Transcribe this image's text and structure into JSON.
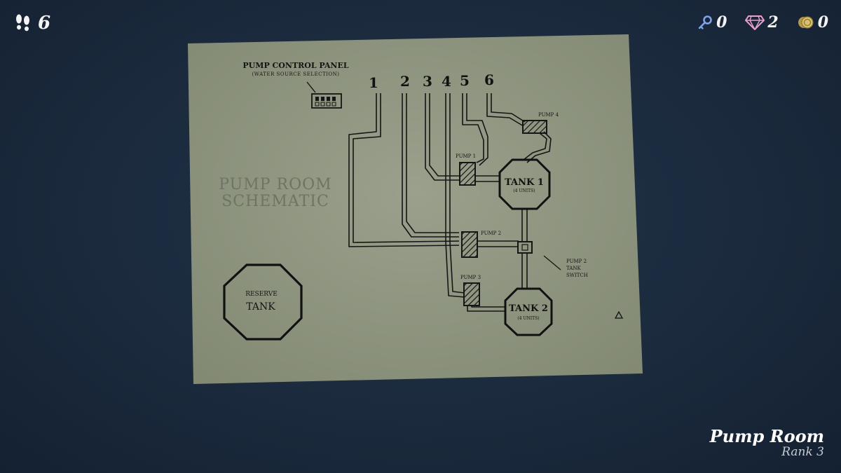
{
  "hud": {
    "steps": {
      "icon": "footsteps-icon",
      "count": "6"
    },
    "inventory": [
      {
        "name": "keys",
        "icon": "key-icon",
        "count": "0",
        "color": "#7ea3e6"
      },
      {
        "name": "gems",
        "icon": "gem-icon",
        "count": "2",
        "color": "#e9a0cf"
      },
      {
        "name": "coins",
        "icon": "coin-icon",
        "count": "0",
        "color": "#d9c070"
      }
    ]
  },
  "room": {
    "name": "Pump Room",
    "rank": "Rank 3"
  },
  "schematic": {
    "title_line1": "PUMP ROOM",
    "title_line2": "SCHEMATIC",
    "control_panel_title": "PUMP CONTROL PANEL",
    "control_panel_subtitle": "(WATER SOURCE SELECTION)",
    "pipe_numbers": [
      "1",
      "2",
      "3",
      "4",
      "5",
      "6"
    ],
    "pumps": [
      "PUMP 1",
      "PUMP 2",
      "PUMP 3",
      "PUMP 4"
    ],
    "tank1": {
      "name": "TANK 1",
      "units": "(4 UNITS)"
    },
    "tank2": {
      "name": "TANK 2",
      "units": "(4 UNITS)"
    },
    "reserve_tank": {
      "line1": "RESERVE",
      "line2": "TANK"
    },
    "switch_label": [
      "PUMP 2",
      "TANK",
      "SWITCH"
    ]
  },
  "colors": {
    "paper": "#8f9680",
    "ink": "#111111",
    "background": "#1b2a3d"
  }
}
